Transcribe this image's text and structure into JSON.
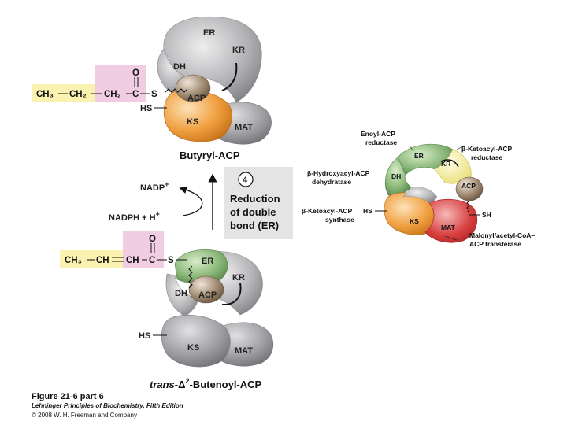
{
  "domains": {
    "er": "ER",
    "kr": "KR",
    "dh": "DH",
    "acp": "ACP",
    "ks": "KS",
    "mat": "MAT",
    "hs": "HS",
    "sh": "SH"
  },
  "top": {
    "ch3": "CH₃",
    "ch2a": "CH₂",
    "ch2b": "CH₂",
    "c": "C",
    "o": "O",
    "s": "S",
    "name": "Butyryl-ACP"
  },
  "bottom": {
    "ch3": "CH₃",
    "ch1": "CH",
    "ch2": "CH",
    "c": "C",
    "o": "O",
    "s": "S",
    "name_prefix": "trans-",
    "name_delta": "Δ",
    "name_sup": "2",
    "name_rest": "-Butenoyl-ACP"
  },
  "step": {
    "number": "4",
    "line1": "Reduction",
    "line2": "of double",
    "line3": "bond (ER)",
    "nadp": "NADP",
    "nadp_sup": "+",
    "nadph": "NADPH + H",
    "nadph_sup": "+"
  },
  "legend": {
    "enoyl1": "Enoyl-ACP",
    "enoyl2": "reductase",
    "ketoacylred1": "β-Ketoacyl-ACP",
    "ketoacylred2": "reductase",
    "hydroxy1": "β-Hydroxyacyl-ACP",
    "hydroxy2": "dehydratase",
    "ketoacylsyn1": "β-Ketoacyl-ACP",
    "ketoacylsyn2": "synthase",
    "malonyl1": "Malonyl/acetyl-CoA–",
    "malonyl2": "ACP transferase"
  },
  "caption": {
    "figure": "Figure 21-6 part 6",
    "book": "Lehninger Principles of Biochemistry, Fifth Edition",
    "copyright": "© 2008 W. H. Freeman and Company"
  },
  "colors": {
    "gray": "#a9a9ab",
    "gray_dark": "#7c7c80",
    "orange": "#ef9a36",
    "green": "#86b27a",
    "acp_brown": "#a08a74",
    "yellow_box": "#fbf1b0",
    "pink_box": "#f1cde3",
    "step_box": "#e4e4e4",
    "er_green": "#9cc877",
    "kr_yellow": "#f5ee9a",
    "mat_red": "#d53a3a"
  }
}
